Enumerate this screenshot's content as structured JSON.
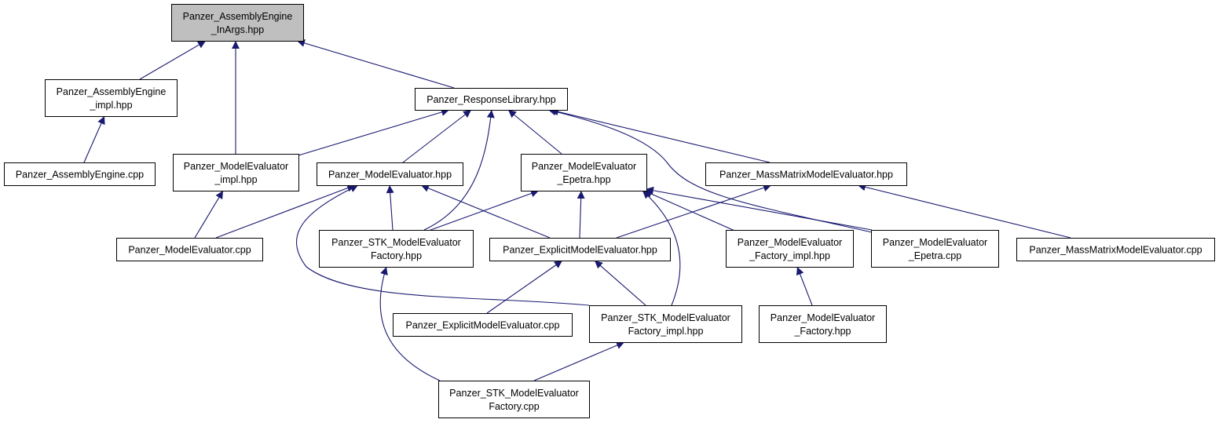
{
  "colors": {
    "edge": "#191970",
    "highlight_fill": "#bfbfbf",
    "node_fill": "#ffffff",
    "node_stroke": "#000000"
  },
  "nodes": [
    {
      "id": "n0",
      "lines": [
        "Panzer_AssemblyEngine",
        "_InArgs.hpp"
      ],
      "highlighted": true
    },
    {
      "id": "n1",
      "lines": [
        "Panzer_AssemblyEngine",
        "_impl.hpp"
      ]
    },
    {
      "id": "n2",
      "lines": [
        "Panzer_AssemblyEngine.cpp"
      ]
    },
    {
      "id": "n3",
      "lines": [
        "Panzer_ModelEvaluator",
        "_impl.hpp"
      ]
    },
    {
      "id": "n4",
      "lines": [
        "Panzer_ResponseLibrary.hpp"
      ]
    },
    {
      "id": "n5",
      "lines": [
        "Panzer_ModelEvaluator.hpp"
      ]
    },
    {
      "id": "n6",
      "lines": [
        "Panzer_ModelEvaluator",
        "_Epetra.hpp"
      ]
    },
    {
      "id": "n7",
      "lines": [
        "Panzer_MassMatrixModelEvaluator.hpp"
      ]
    },
    {
      "id": "n8",
      "lines": [
        "Panzer_ModelEvaluator.cpp"
      ]
    },
    {
      "id": "n9",
      "lines": [
        "Panzer_STK_ModelEvaluator",
        "Factory.hpp"
      ]
    },
    {
      "id": "n10",
      "lines": [
        "Panzer_ExplicitModelEvaluator.hpp"
      ]
    },
    {
      "id": "n11",
      "lines": [
        "Panzer_ModelEvaluator",
        "_Factory_impl.hpp"
      ]
    },
    {
      "id": "n12",
      "lines": [
        "Panzer_ModelEvaluator",
        "_Epetra.cpp"
      ]
    },
    {
      "id": "n13",
      "lines": [
        "Panzer_MassMatrixModelEvaluator.cpp"
      ]
    },
    {
      "id": "n14",
      "lines": [
        "Panzer_ExplicitModelEvaluator.cpp"
      ]
    },
    {
      "id": "n15",
      "lines": [
        "Panzer_STK_ModelEvaluator",
        "Factory_impl.hpp"
      ]
    },
    {
      "id": "n16",
      "lines": [
        "Panzer_ModelEvaluator",
        "_Factory.hpp"
      ]
    },
    {
      "id": "n17",
      "lines": [
        "Panzer_STK_ModelEvaluator",
        "Factory.cpp"
      ]
    }
  ],
  "edges": [
    [
      "n1",
      "n0"
    ],
    [
      "n3",
      "n0"
    ],
    [
      "n4",
      "n0"
    ],
    [
      "n2",
      "n1"
    ],
    [
      "n8",
      "n3"
    ],
    [
      "n3",
      "n4"
    ],
    [
      "n5",
      "n4"
    ],
    [
      "n9",
      "n4"
    ],
    [
      "n6",
      "n4"
    ],
    [
      "n12",
      "n4"
    ],
    [
      "n7",
      "n4"
    ],
    [
      "n8",
      "n5"
    ],
    [
      "n9",
      "n5"
    ],
    [
      "n15",
      "n5"
    ],
    [
      "n10",
      "n5"
    ],
    [
      "n9",
      "n6"
    ],
    [
      "n10",
      "n6"
    ],
    [
      "n15",
      "n6"
    ],
    [
      "n11",
      "n6"
    ],
    [
      "n12",
      "n6"
    ],
    [
      "n10",
      "n7"
    ],
    [
      "n13",
      "n7"
    ],
    [
      "n17",
      "n9"
    ],
    [
      "n14",
      "n10"
    ],
    [
      "n15",
      "n10"
    ],
    [
      "n16",
      "n11"
    ],
    [
      "n17",
      "n15"
    ]
  ]
}
